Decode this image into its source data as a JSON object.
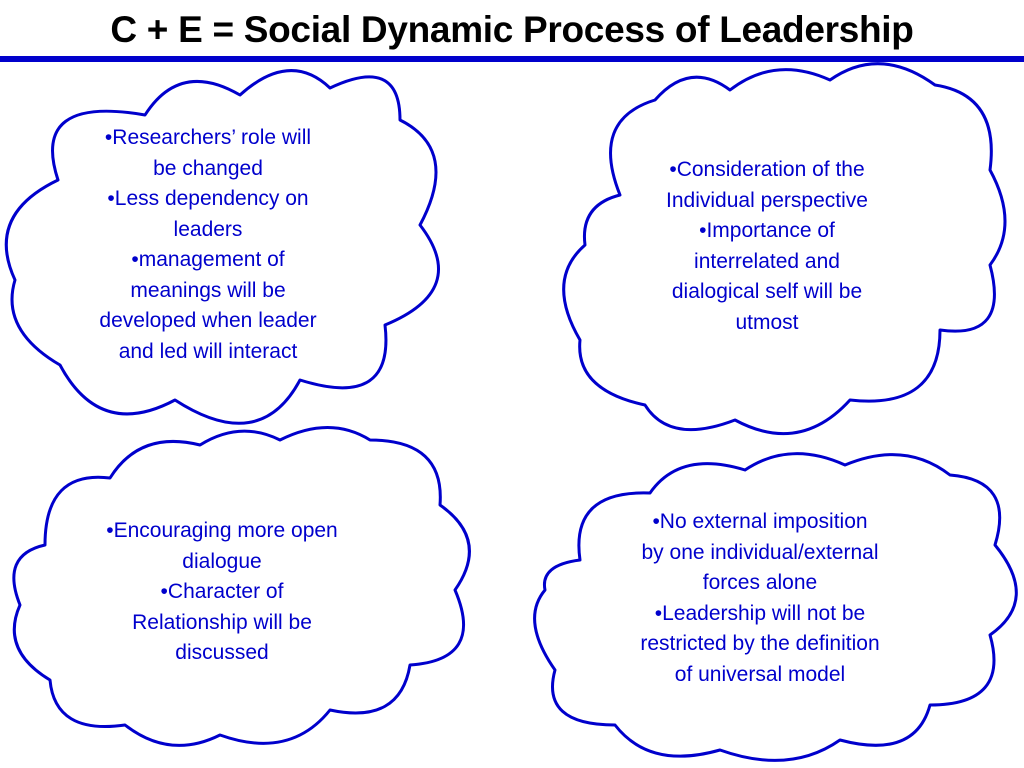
{
  "slide": {
    "title": "C + E = Social Dynamic Process of Leadership"
  },
  "colors": {
    "accent": "#0000cc",
    "title": "#000000",
    "background": "#ffffff"
  },
  "clouds": [
    {
      "lines": [
        "•Researchers’ role will",
        "be changed",
        "•Less dependency on",
        "leaders",
        "•management of",
        "meanings will be",
        "developed when leader",
        "and led will interact"
      ]
    },
    {
      "lines": [
        "•Consideration of the",
        "Individual perspective",
        "•Importance of",
        "interrelated and",
        "dialogical self will be",
        "utmost"
      ]
    },
    {
      "lines": [
        "•Encouraging more open",
        "dialogue",
        "•Character of",
        "Relationship will be",
        "discussed"
      ]
    },
    {
      "lines": [
        "•No external imposition",
        "by one individual/external",
        "forces alone",
        "•Leadership will not be",
        "restricted by the definition",
        "of universal model"
      ]
    }
  ]
}
